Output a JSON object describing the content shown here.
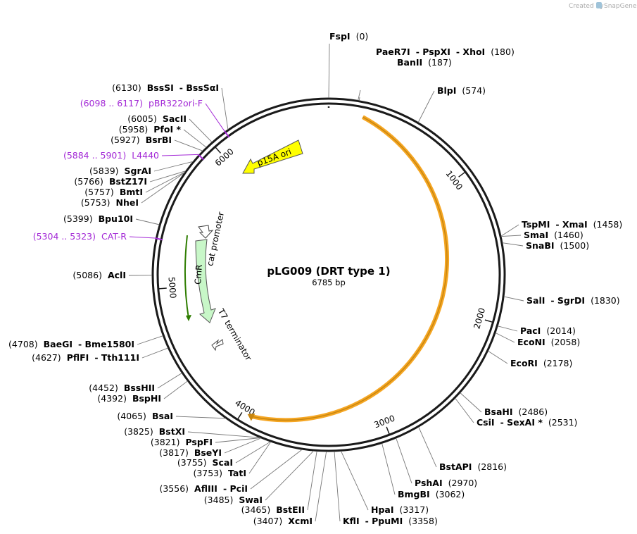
{
  "credit": {
    "prefix": "Created by",
    "brand": "SnapGene"
  },
  "plasmid": {
    "name": "pLG009 (DRT type 1)",
    "length_label": "6785 bp",
    "length": 6785
  },
  "colors": {
    "backbone": "#1a1a1a",
    "feature_orange": "#f5a623",
    "ori": "#ffff00",
    "cmr": "#c8f7c8",
    "primer": "#a329d6",
    "green_arrow": "#2e7d00"
  },
  "ticks": [
    {
      "bp": 1000,
      "label": "1000"
    },
    {
      "bp": 2000,
      "label": "2000"
    },
    {
      "bp": 3000,
      "label": "3000"
    },
    {
      "bp": 4000,
      "label": "4000"
    },
    {
      "bp": 5000,
      "label": "5000"
    },
    {
      "bp": 6000,
      "label": "6000"
    }
  ],
  "enzymes": [
    {
      "id": "fspi",
      "bp": 0,
      "parts": [
        {
          "t": "FspI",
          "b": true
        },
        {
          "t": "(0)",
          "b": false
        }
      ]
    },
    {
      "id": "paer7i",
      "bp": 180,
      "parts": [
        {
          "t": "PaeR7I",
          "b": true
        },
        {
          "t": "- PspXI",
          "b": true
        },
        {
          "t": "- XhoI",
          "b": true
        },
        {
          "t": "(180)",
          "b": false
        }
      ]
    },
    {
      "id": "banii",
      "bp": 187,
      "parts": [
        {
          "t": "BanII",
          "b": true
        },
        {
          "t": "(187)",
          "b": false
        }
      ]
    },
    {
      "id": "blpi",
      "bp": 574,
      "parts": [
        {
          "t": "BlpI",
          "b": true
        },
        {
          "t": "(574)",
          "b": false
        }
      ]
    },
    {
      "id": "tspmi",
      "bp": 1458,
      "parts": [
        {
          "t": "TspMI",
          "b": true
        },
        {
          "t": "- XmaI",
          "b": true
        },
        {
          "t": "(1458)",
          "b": false
        }
      ]
    },
    {
      "id": "smai",
      "bp": 1460,
      "parts": [
        {
          "t": "SmaI",
          "b": true
        },
        {
          "t": "(1460)",
          "b": false
        }
      ]
    },
    {
      "id": "snabi",
      "bp": 1500,
      "parts": [
        {
          "t": "SnaBI",
          "b": true
        },
        {
          "t": "(1500)",
          "b": false
        }
      ]
    },
    {
      "id": "sali",
      "bp": 1830,
      "parts": [
        {
          "t": "SalI",
          "b": true
        },
        {
          "t": "- SgrDI",
          "b": true
        },
        {
          "t": "(1830)",
          "b": false
        }
      ]
    },
    {
      "id": "paci",
      "bp": 2014,
      "parts": [
        {
          "t": "PacI",
          "b": true
        },
        {
          "t": "(2014)",
          "b": false
        }
      ]
    },
    {
      "id": "econi",
      "bp": 2058,
      "parts": [
        {
          "t": "EcoNI",
          "b": true
        },
        {
          "t": "(2058)",
          "b": false
        }
      ]
    },
    {
      "id": "ecori",
      "bp": 2178,
      "parts": [
        {
          "t": "EcoRI",
          "b": true
        },
        {
          "t": "(2178)",
          "b": false
        }
      ]
    },
    {
      "id": "bsahi",
      "bp": 2486,
      "parts": [
        {
          "t": "BsaHI",
          "b": true
        },
        {
          "t": "(2486)",
          "b": false
        }
      ]
    },
    {
      "id": "csii",
      "bp": 2531,
      "parts": [
        {
          "t": "CsiI",
          "b": true
        },
        {
          "t": "- SexAI *",
          "b": true
        },
        {
          "t": "(2531)",
          "b": false
        }
      ]
    },
    {
      "id": "bstapi",
      "bp": 2816,
      "parts": [
        {
          "t": "BstAPI",
          "b": true
        },
        {
          "t": "(2816)",
          "b": false
        }
      ]
    },
    {
      "id": "pshai",
      "bp": 2970,
      "parts": [
        {
          "t": "PshAI",
          "b": true
        },
        {
          "t": "(2970)",
          "b": false
        }
      ]
    },
    {
      "id": "bmgbi",
      "bp": 3062,
      "parts": [
        {
          "t": "BmgBI",
          "b": true
        },
        {
          "t": "(3062)",
          "b": false
        }
      ]
    },
    {
      "id": "hpai",
      "bp": 3317,
      "parts": [
        {
          "t": "HpaI",
          "b": true
        },
        {
          "t": "(3317)",
          "b": false
        }
      ]
    },
    {
      "id": "kfli",
      "bp": 3358,
      "parts": [
        {
          "t": "KflI",
          "b": true
        },
        {
          "t": "- PpuMI",
          "b": true
        },
        {
          "t": "(3358)",
          "b": false
        }
      ]
    },
    {
      "id": "xcmi",
      "bp": 3407,
      "parts": [
        {
          "t": "(3407)",
          "b": false
        },
        {
          "t": "XcmI",
          "b": true
        }
      ]
    },
    {
      "id": "bsteii",
      "bp": 3465,
      "parts": [
        {
          "t": "(3465)",
          "b": false
        },
        {
          "t": "BstEII",
          "b": true
        }
      ]
    },
    {
      "id": "swai",
      "bp": 3485,
      "parts": [
        {
          "t": "(3485)",
          "b": false
        },
        {
          "t": "SwaI",
          "b": true
        }
      ]
    },
    {
      "id": "aflIII",
      "bp": 3556,
      "parts": [
        {
          "t": "(3556)",
          "b": false
        },
        {
          "t": "AflIII",
          "b": true
        },
        {
          "t": "- PciI",
          "b": true
        }
      ]
    },
    {
      "id": "tati",
      "bp": 3753,
      "parts": [
        {
          "t": "(3753)",
          "b": false
        },
        {
          "t": "TatI",
          "b": true
        }
      ]
    },
    {
      "id": "scai",
      "bp": 3755,
      "parts": [
        {
          "t": "(3755)",
          "b": false
        },
        {
          "t": "ScaI",
          "b": true
        }
      ]
    },
    {
      "id": "bseyi",
      "bp": 3817,
      "parts": [
        {
          "t": "(3817)",
          "b": false
        },
        {
          "t": "BseYI",
          "b": true
        }
      ]
    },
    {
      "id": "pspfi",
      "bp": 3821,
      "parts": [
        {
          "t": "(3821)",
          "b": false
        },
        {
          "t": "PspFI",
          "b": true
        }
      ]
    },
    {
      "id": "bstxi",
      "bp": 3825,
      "parts": [
        {
          "t": "(3825)",
          "b": false
        },
        {
          "t": "BstXI",
          "b": true
        }
      ]
    },
    {
      "id": "bsai",
      "bp": 4065,
      "parts": [
        {
          "t": "(4065)",
          "b": false
        },
        {
          "t": "BsaI",
          "b": true
        }
      ]
    },
    {
      "id": "bsphi",
      "bp": 4392,
      "parts": [
        {
          "t": "(4392)",
          "b": false
        },
        {
          "t": "BspHI",
          "b": true
        }
      ]
    },
    {
      "id": "bsshii",
      "bp": 4452,
      "parts": [
        {
          "t": "(4452)",
          "b": false
        },
        {
          "t": "BssHII",
          "b": true
        }
      ]
    },
    {
      "id": "pflfi",
      "bp": 4627,
      "parts": [
        {
          "t": "(4627)",
          "b": false
        },
        {
          "t": "PflFI",
          "b": true
        },
        {
          "t": "- Tth111I",
          "b": true
        }
      ]
    },
    {
      "id": "baegi",
      "bp": 4708,
      "parts": [
        {
          "t": "(4708)",
          "b": false
        },
        {
          "t": "BaeGI",
          "b": true
        },
        {
          "t": "- Bme1580I",
          "b": true
        }
      ]
    },
    {
      "id": "acli",
      "bp": 5086,
      "parts": [
        {
          "t": "(5086)",
          "b": false
        },
        {
          "t": "AclI",
          "b": true
        }
      ]
    },
    {
      "id": "bpu10i",
      "bp": 5399,
      "parts": [
        {
          "t": "(5399)",
          "b": false
        },
        {
          "t": "Bpu10I",
          "b": true
        }
      ]
    },
    {
      "id": "nhei",
      "bp": 5753,
      "parts": [
        {
          "t": "(5753)",
          "b": false
        },
        {
          "t": "NheI",
          "b": true
        }
      ]
    },
    {
      "id": "bmti",
      "bp": 5757,
      "parts": [
        {
          "t": "(5757)",
          "b": false
        },
        {
          "t": "BmtI",
          "b": true
        }
      ]
    },
    {
      "id": "bstz17i",
      "bp": 5766,
      "parts": [
        {
          "t": "(5766)",
          "b": false
        },
        {
          "t": "BstZ17I",
          "b": true
        }
      ]
    },
    {
      "id": "sgrai",
      "bp": 5839,
      "parts": [
        {
          "t": "(5839)",
          "b": false
        },
        {
          "t": "SgrAI",
          "b": true
        }
      ]
    },
    {
      "id": "bsrbi",
      "bp": 5927,
      "parts": [
        {
          "t": "(5927)",
          "b": false
        },
        {
          "t": "BsrBI",
          "b": true
        }
      ]
    },
    {
      "id": "pfoi",
      "bp": 5958,
      "parts": [
        {
          "t": "(5958)",
          "b": false
        },
        {
          "t": "PfoI *",
          "b": true
        }
      ]
    },
    {
      "id": "sacii",
      "bp": 6005,
      "parts": [
        {
          "t": "(6005)",
          "b": false
        },
        {
          "t": "SacII",
          "b": true
        }
      ]
    },
    {
      "id": "bsssi",
      "bp": 6130,
      "parts": [
        {
          "t": "(6130)",
          "b": false
        },
        {
          "t": "BssSI",
          "b": true
        },
        {
          "t": "- BssSαI",
          "b": true
        }
      ]
    }
  ],
  "primers": [
    {
      "id": "pbr322ori-f",
      "bp": 6107,
      "parts": [
        {
          "t": "(6098 .. 6117)"
        },
        {
          "t": "pBR322ori-F"
        }
      ]
    },
    {
      "id": "l4440",
      "bp": 5892,
      "parts": [
        {
          "t": "(5884 .. 5901)"
        },
        {
          "t": "L4440"
        }
      ]
    },
    {
      "id": "cat-r",
      "bp": 5313,
      "parts": [
        {
          "t": "(5304 .. 5323)"
        },
        {
          "t": "CAT-R"
        }
      ]
    }
  ],
  "features": {
    "p15a_ori": "p15A ori",
    "cmr": "CmR",
    "cat_promoter": "cat promoter",
    "t7_terminator": "T7 terminator"
  }
}
